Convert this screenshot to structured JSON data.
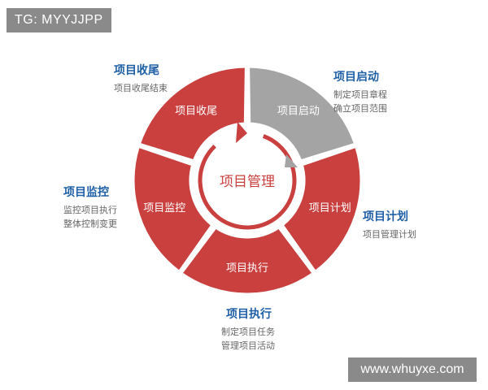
{
  "watermarks": {
    "top_left": "TG: MYYJJPP",
    "bottom_right": "www.whuyxe.com"
  },
  "center_label": "项目管理",
  "colors": {
    "segment_red": "#c9403f",
    "segment_gray": "#a4a4a4",
    "heading_blue": "#1f5fa6",
    "desc_gray": "#666666"
  },
  "segments": [
    {
      "id": "initiation",
      "label": "项目启动",
      "color": "#a4a4a4"
    },
    {
      "id": "planning",
      "label": "项目计划",
      "color": "#c9403f"
    },
    {
      "id": "execution",
      "label": "项目执行",
      "color": "#c9403f"
    },
    {
      "id": "monitoring",
      "label": "项目监控",
      "color": "#c9403f"
    },
    {
      "id": "closing",
      "label": "项目收尾",
      "color": "#c9403f"
    }
  ],
  "callouts": {
    "initiation": {
      "heading": "项目启动",
      "lines": [
        "制定项目章程",
        "确立项目范围"
      ]
    },
    "planning": {
      "heading": "项目计划",
      "lines": [
        "项目管理计划"
      ]
    },
    "execution": {
      "heading": "项目执行",
      "lines": [
        "制定项目任务",
        "管理项目活动"
      ]
    },
    "monitoring": {
      "heading": "项目监控",
      "lines": [
        "监控项目执行",
        "整体控制变更"
      ]
    },
    "closing": {
      "heading": "项目收尾",
      "lines": [
        "项目收尾结束"
      ]
    }
  }
}
